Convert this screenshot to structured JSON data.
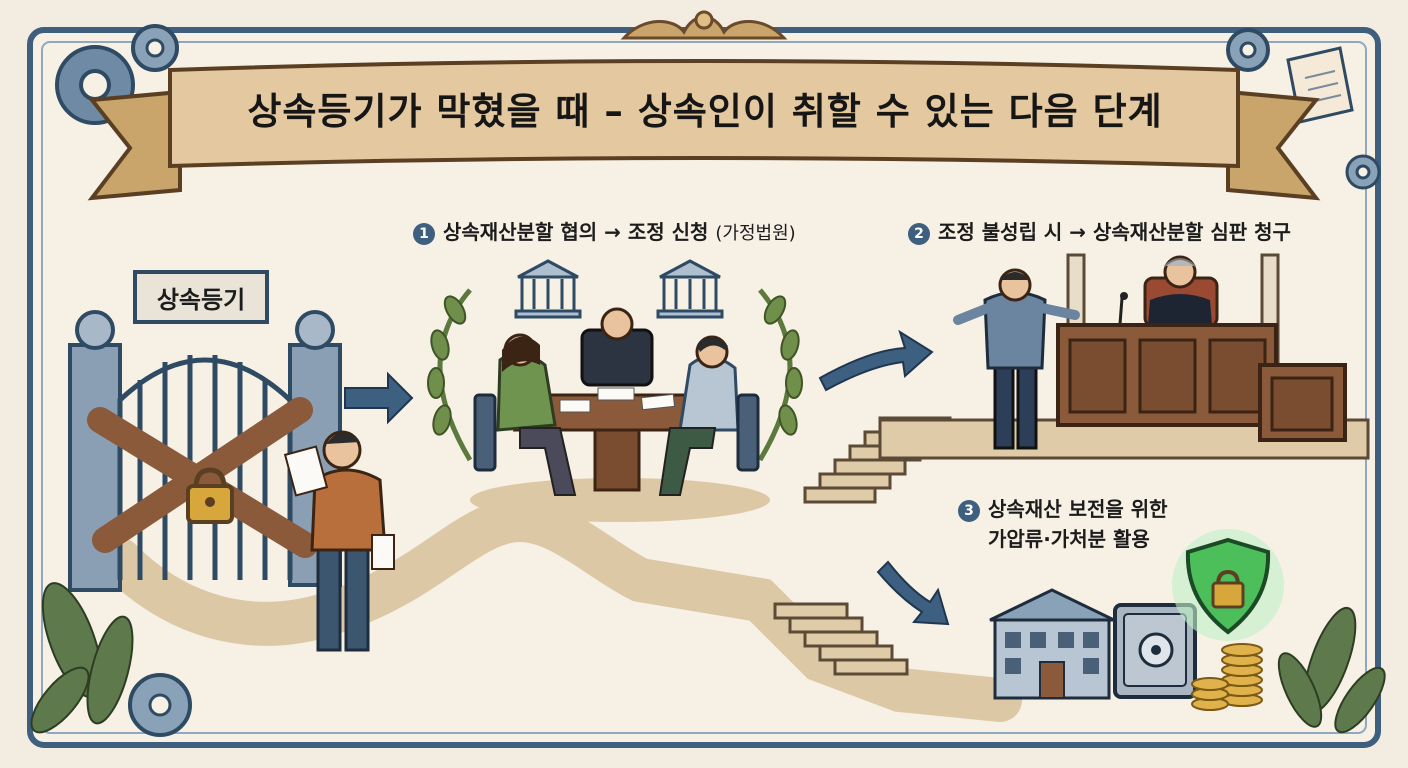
{
  "title": "상속등기가 막혔을 때 – 상속인이 취할 수 있는 다음 단계",
  "gate_sign": "상속등기",
  "steps": [
    {
      "number": "1",
      "text": "상속재산분할 협의 → 조정 신청",
      "note": "(가정법원)"
    },
    {
      "number": "2",
      "text": "조정 불성립 시 → 상속재산분할 심판 청구"
    },
    {
      "number": "3",
      "line1": "상속재산 보전을 위한",
      "line2": "가압류·가처분 활용"
    }
  ],
  "colors": {
    "frame": "#3f5f7f",
    "banner": "#e4c9a0",
    "path": "#ddc8a6",
    "wood": "#8a5a3a",
    "accent_green": "#4cbf5a",
    "lock_gold": "#d7a73b",
    "arrow": "#3d6080"
  }
}
